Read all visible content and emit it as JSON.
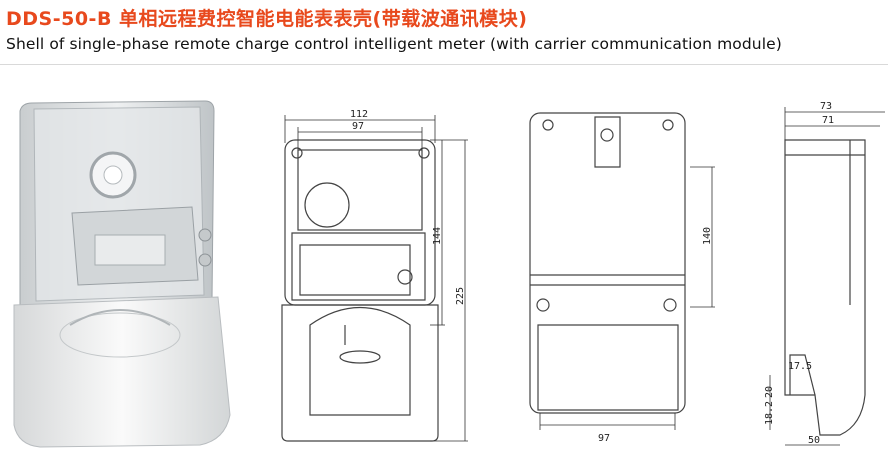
{
  "header": {
    "title_cn": "DDS-50-B 单相远程费控智能电能表表壳(带载波通讯模块)",
    "title_en": "Shell of single-phase remote charge control intelligent meter (with carrier communication module)"
  },
  "front_view": {
    "dim_width_outer": "112",
    "dim_width_inner": "97",
    "dim_height_upper": "144",
    "dim_height_total": "225"
  },
  "back_view": {
    "dim_height": "140",
    "dim_width_bottom": "97"
  },
  "side_view": {
    "dim_depth_outer": "73",
    "dim_depth_inner": "71",
    "dim_terminal_offset": "17.5",
    "dim_terminal_height": "20",
    "dim_base_height": "18.2",
    "dim_base_depth": "50"
  },
  "colors": {
    "title_accent": "#e8491d",
    "line": "#444444"
  }
}
